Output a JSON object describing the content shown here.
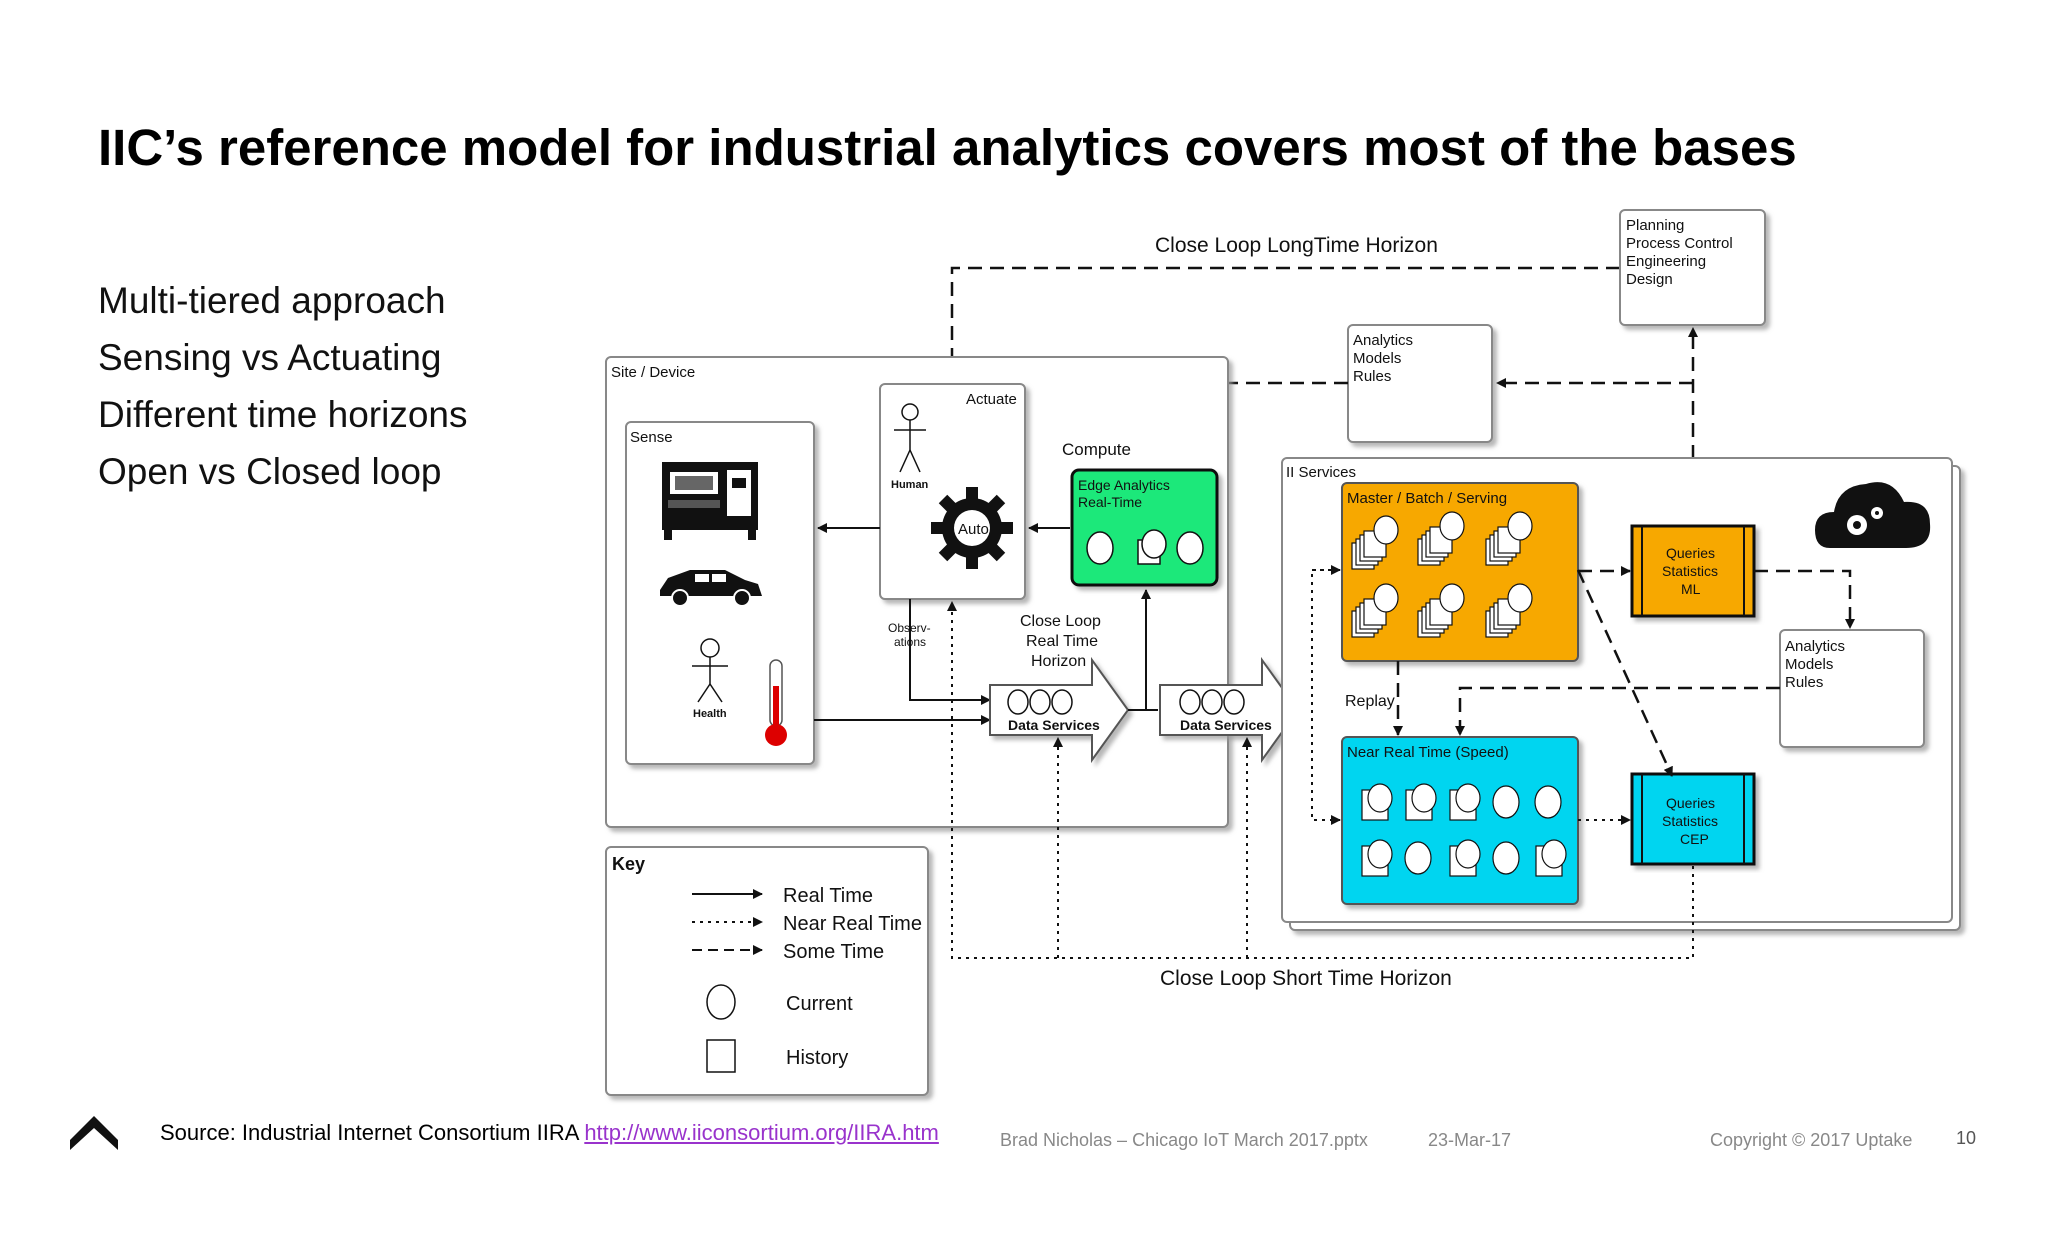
{
  "slide": {
    "title": "IIC’s reference model for industrial analytics covers most of the bases",
    "bullets": [
      "Multi-tiered approach",
      "Sensing vs Actuating",
      "Different time horizons",
      "Open vs Closed loop"
    ]
  },
  "diagram": {
    "close_loop_long": "Close Loop LongTime Horizon",
    "close_loop_short": "Close Loop Short Time Horizon",
    "close_loop_real": [
      "Close Loop",
      "Real Time",
      "Horizon"
    ],
    "planning_box": [
      "Planning",
      "Process Control",
      "Engineering",
      "Design"
    ],
    "analytics_top": [
      "Analytics",
      "Models",
      "Rules"
    ],
    "analytics_right": [
      "Analytics",
      "Models",
      "Rules"
    ],
    "site_device": "Site / Device",
    "sense": "Sense",
    "actuate": "Actuate",
    "human": "Human",
    "health": "Health",
    "auto": "Auto",
    "compute": "Compute",
    "edge_analytics": [
      "Edge Analytics",
      "Real-Time"
    ],
    "observations": [
      "Observ-",
      "ations"
    ],
    "data_services": "Data Services",
    "ii_services": "II Services",
    "master_batch": "Master / Batch / Serving",
    "near_real_time": "Near Real Time (Speed)",
    "replay": "Replay",
    "queries_ml": [
      "Queries",
      "Statistics",
      "ML"
    ],
    "queries_cep": [
      "Queries",
      "Statistics",
      "CEP"
    ],
    "key": {
      "title": "Key",
      "real_time": "Real Time",
      "near_real_time": "Near Real Time",
      "some_time": "Some Time",
      "current": "Current",
      "history": "History"
    },
    "colors": {
      "orange": "#f7a800",
      "cyan": "#00d5f0",
      "green": "#1ee87a",
      "red": "#dd0000"
    }
  },
  "footer": {
    "source_label": "Source:  Industrial Internet Consortium IIRA ",
    "source_link": "http://www.iiconsortium.org/IIRA.htm",
    "file": "Brad Nicholas – Chicago IoT March 2017.pptx",
    "date": "23-Mar-17",
    "copyright": "Copyright © 2017 Uptake",
    "page": "10"
  },
  "logo": "uptake-chevron-icon"
}
